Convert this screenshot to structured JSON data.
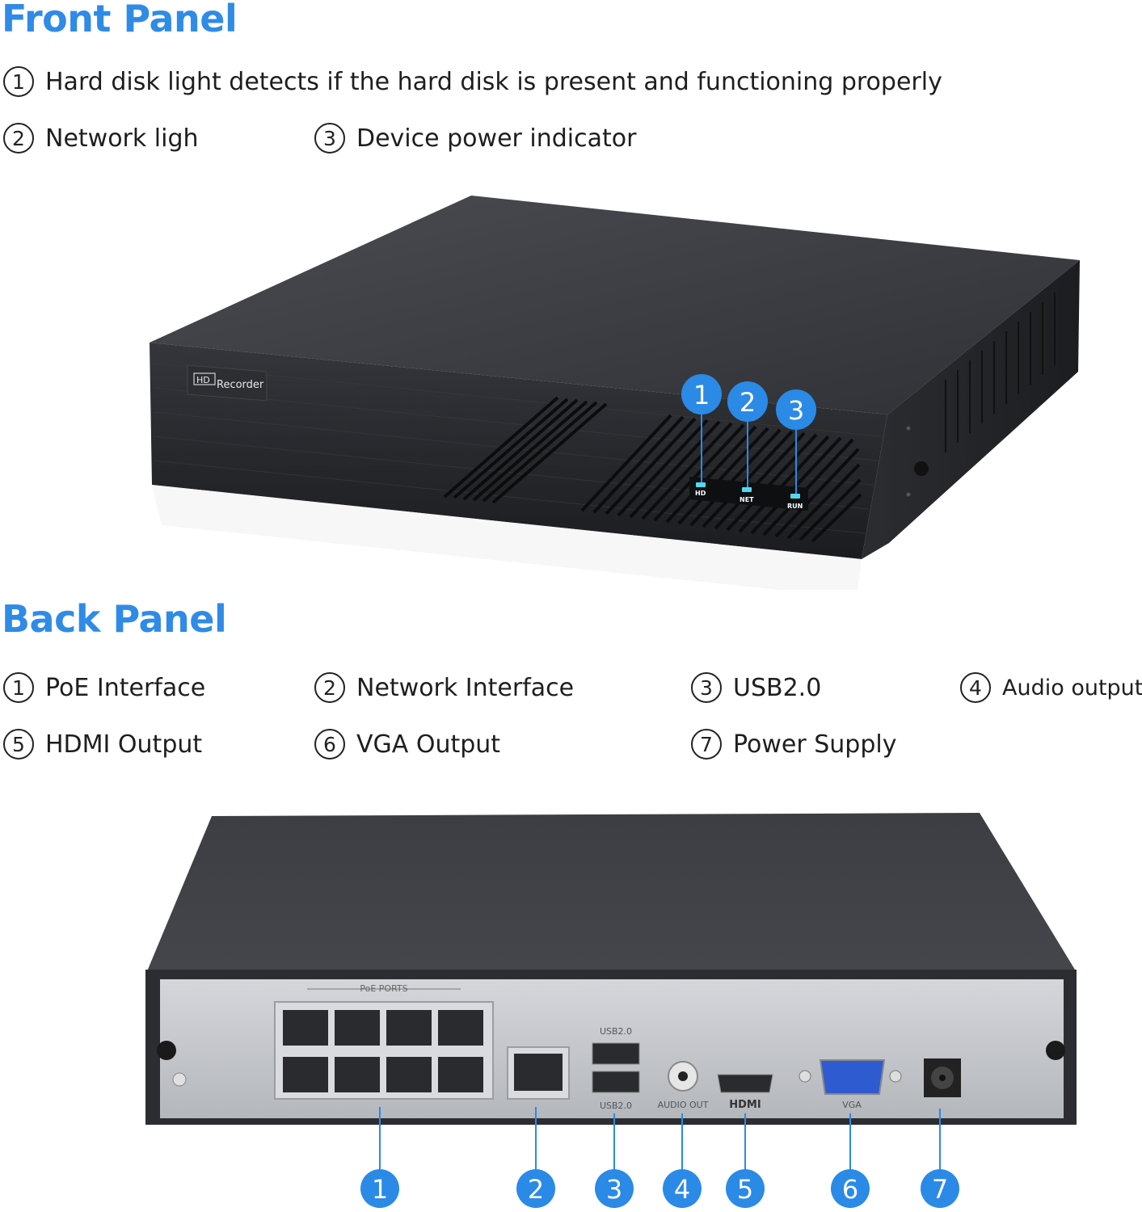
{
  "front": {
    "heading": "Front Panel",
    "legend": [
      {
        "num": "1",
        "text": "Hard disk light detects if the hard disk is present and functioning properly"
      },
      {
        "num": "2",
        "text": "Network ligh"
      },
      {
        "num": "3",
        "text": "Device power indicator"
      }
    ],
    "brand": "Recorder",
    "brand_badge": "HD",
    "leds": [
      "HD",
      "NET",
      "RUN"
    ],
    "markers": [
      "1",
      "2",
      "3"
    ]
  },
  "back": {
    "heading": "Back Panel",
    "legend": [
      {
        "num": "1",
        "text": "PoE Interface"
      },
      {
        "num": "2",
        "text": "Network Interface"
      },
      {
        "num": "3",
        "text": "USB2.0"
      },
      {
        "num": "4",
        "text": "Audio output"
      },
      {
        "num": "5",
        "text": "HDMI Output"
      },
      {
        "num": "6",
        "text": "VGA Output"
      },
      {
        "num": "7",
        "text": "Power Supply"
      }
    ],
    "labels": {
      "poe_ports": "PoE PORTS",
      "usb_top": "USB2.0",
      "usb_bottom": "USB2.0",
      "audio": "AUDIO OUT",
      "hdmi": "HDMI",
      "vga": "VGA"
    },
    "markers": [
      "1",
      "2",
      "3",
      "4",
      "5",
      "6",
      "7"
    ]
  },
  "colors": {
    "accent": "#2f8be6",
    "marker": "#2a8ae6",
    "led": "#53d8ee",
    "device_top": "#3b3d42",
    "device_front": "#26282c",
    "back_plate": "#c4c7cc"
  }
}
